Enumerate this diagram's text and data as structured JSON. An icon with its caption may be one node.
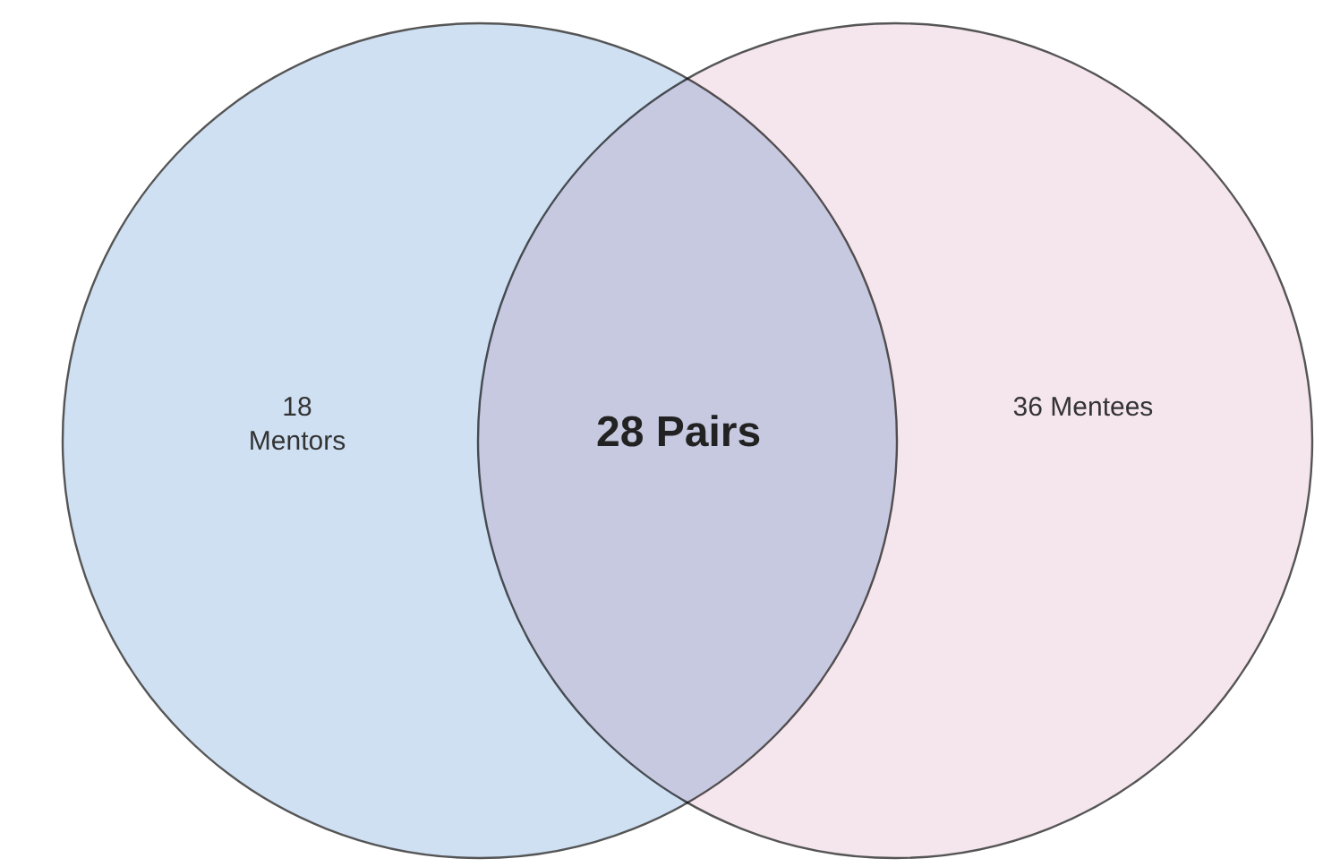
{
  "diagram": {
    "nodes": [
      {
        "text": [
          "18 Mentors"
        ]
      },
      {
        "text": [
          "36 Mentees"
        ]
      }
    ],
    "labels": [
      "28 Pairs"
    ]
  }
}
